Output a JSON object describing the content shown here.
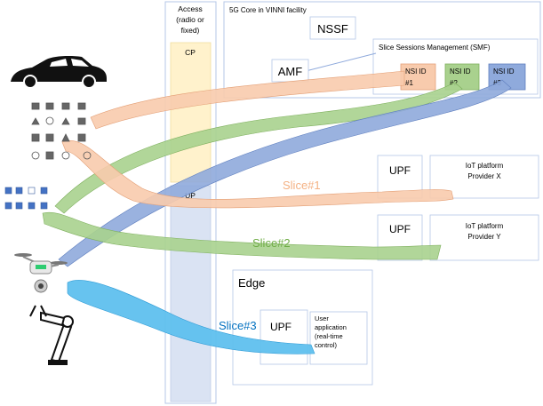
{
  "access": {
    "title_line1": "Access",
    "title_line2": "(radio or",
    "title_line3": "fixed)",
    "cp": "CP",
    "up": "UP"
  },
  "core": {
    "title": "5G Core in VINNI facility",
    "nssf": "NSSF",
    "amf": "AMF",
    "smf_title": "Slice Sessions Management (SMF)"
  },
  "nsi": [
    {
      "line1": "NSI ID",
      "line2": "#1",
      "color": "#f8cbad"
    },
    {
      "line1": "NSI ID",
      "line2": "#2",
      "color": "#a9d18e"
    },
    {
      "line1": "NSI ID",
      "line2": "#3",
      "color": "#8faadc"
    }
  ],
  "upf_label": "UPF",
  "iot_x": {
    "line1": "IoT platform",
    "line2": "Provider X"
  },
  "iot_y": {
    "line1": "IoT platform",
    "line2": "Provider Y"
  },
  "edge": {
    "title": "Edge",
    "upf": "UPF",
    "app_line1": "User",
    "app_line2": "application",
    "app_line3": "(real-time",
    "app_line4": "control)"
  },
  "slices": [
    {
      "label": "Slice#1",
      "color": "#f4b183"
    },
    {
      "label": "Slice#2",
      "color": "#70ad47"
    },
    {
      "label": "Slice#3",
      "color": "#0070c0"
    }
  ],
  "icons": {
    "car": "car-icon",
    "smart_home": "smart-home-icon",
    "iot_devices": "iot-devices-icon",
    "drone": "drone-icon",
    "robot_arm": "robot-arm-icon"
  }
}
